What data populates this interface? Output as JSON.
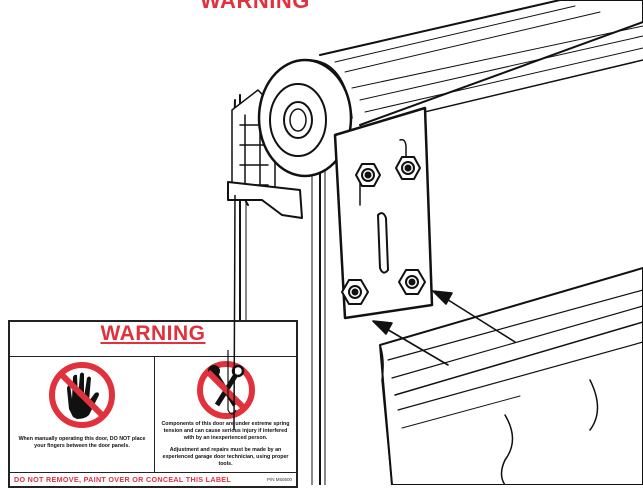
{
  "header_fragment": "WARNING",
  "warning_label": {
    "title": "WARNING",
    "panels": [
      {
        "id": "hand",
        "icon": "no-hand-icon",
        "text": "When manually operating this door, DO NOT place your fingers between the door panels."
      },
      {
        "id": "tools",
        "icon": "no-tools-icon",
        "text": "Components of this door are under extreme spring tension and can cause serious injury if interfered with by an inexperienced person.",
        "text2": "Adjustment and repairs must be made by an experienced garage door technician, using proper tools."
      }
    ],
    "footer": "DO NOT REMOVE, PAINT OVER OR CONCEAL THIS LABEL",
    "part_number": "P/N M50500"
  },
  "colors": {
    "warning_red": "#e0313c",
    "line": "#111111",
    "panel_fill": "#ffffff"
  }
}
